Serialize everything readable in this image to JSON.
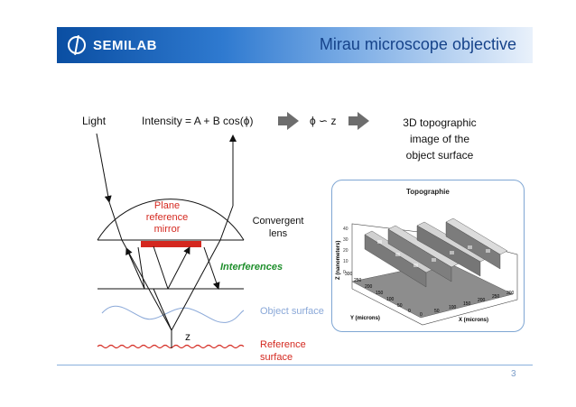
{
  "header": {
    "brand": "SEMILAB",
    "title": "Mirau microscope objective"
  },
  "top_row": {
    "light": "Light",
    "intensity": "Intensity = A + B cos(ϕ)",
    "relation": "ϕ ∽ z",
    "result_line1": "3D topographic",
    "result_line2": "image of the",
    "result_line3": "object surface"
  },
  "diagram": {
    "plane_mirror_l1": "Plane",
    "plane_mirror_l2": "reference",
    "plane_mirror_l3": "mirror",
    "convergent_l1": "Convergent",
    "convergent_l2": "lens",
    "interferences": "Interferences",
    "object_surface": "Object surface",
    "z_label": "z",
    "reference_l1": "Reference",
    "reference_l2": "surface"
  },
  "inset": {
    "title": "Topographie",
    "zlabel": "Z (nanometers)",
    "ylabel": "Y (microns)",
    "xlabel": "X (microns)",
    "z_ticks": [
      "0",
      "10",
      "20",
      "30",
      "40"
    ],
    "y_ticks": [
      "0",
      "50",
      "100",
      "150",
      "200",
      "250",
      "300"
    ],
    "x_ticks": [
      "0",
      "50",
      "100",
      "150",
      "200",
      "250",
      "300"
    ]
  },
  "footer": {
    "page": "3"
  },
  "colors": {
    "header_start": "#0a4ea2",
    "title": "#16438a",
    "mirror_label": "#d4281f",
    "interferences": "#1f8f2c",
    "object_surface": "#8aa8d8",
    "reference": "#d4281f"
  }
}
